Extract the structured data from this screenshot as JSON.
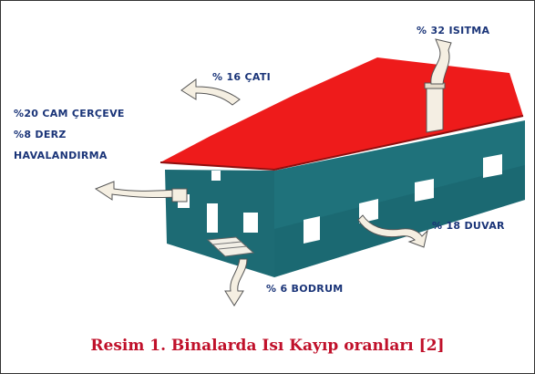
{
  "labels": {
    "heating": "% 32 ISITMA",
    "roof": "% 16 ÇATI",
    "glass": "%20 CAM ÇERÇEVE",
    "joint": "%8 DERZ",
    "ventilation": "HAVALANDIRMA",
    "wall": "% 18 DUVAR",
    "basement": "% 6 BODRUM"
  },
  "caption": "Resim 1. Binalarda Isı Kayıp oranları [2]",
  "colors": {
    "roof": "#ee1b1b",
    "wall": "#1d6b74",
    "wall_shadow": "#124d55",
    "label_text": "#1a3478",
    "caption_text": "#c0102a"
  }
}
